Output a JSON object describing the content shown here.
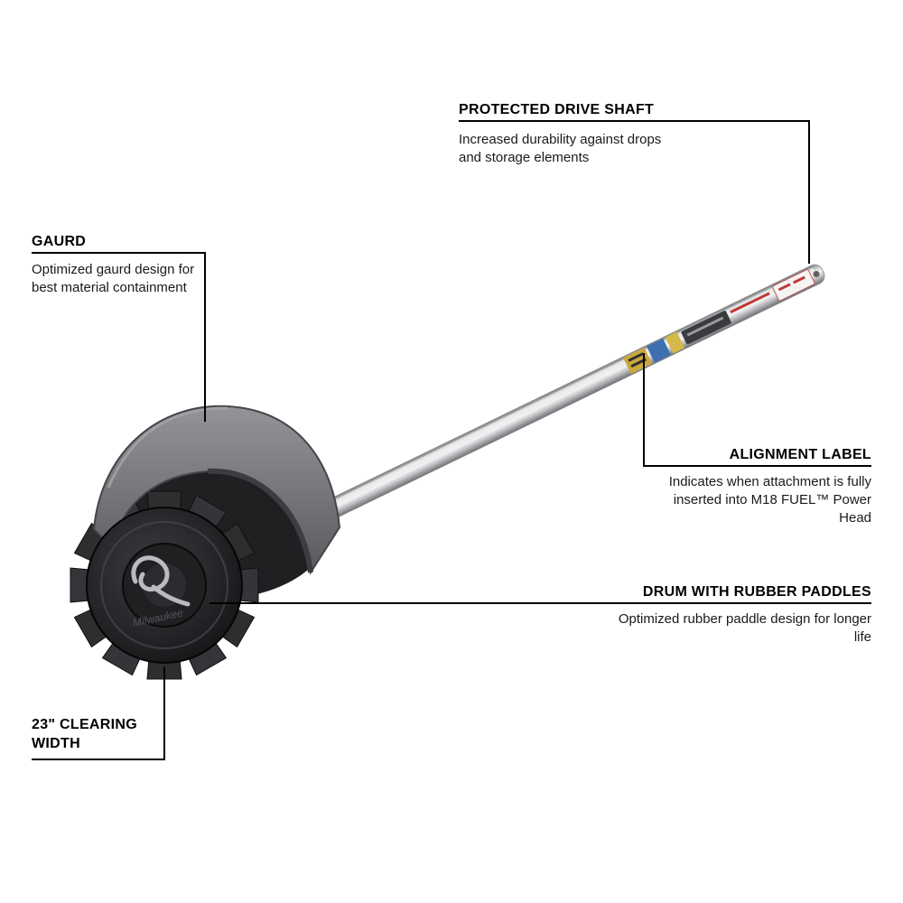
{
  "product": {
    "name": "broom attachment with drum, guard and drive shaft",
    "brand_embossed": "Milwaukee"
  },
  "callouts": {
    "drive_shaft": {
      "title": "PROTECTED DRIVE SHAFT",
      "description": "Increased durability against drops and storage elements"
    },
    "guard": {
      "title": "GAURD",
      "description": "Optimized gaurd design for best material containment"
    },
    "alignment_label": {
      "title": "ALIGNMENT LABEL",
      "description": "Indicates when attachment is fully inserted into M18 FUEL™ Power Head"
    },
    "drum": {
      "title": "DRUM WITH RUBBER PADDLES",
      "description": "Optimized rubber paddle design for longer life"
    },
    "clearing_width": {
      "title": "23\" CLEARING WIDTH"
    }
  },
  "colors": {
    "leader_line": "#000000",
    "body_text": "#1a1a1a",
    "guard_gray": "#77787c",
    "drum_black": "#1b1b1d",
    "shaft_silver": "#d9dadc",
    "label_red": "#c03a35",
    "decal_yellow": "#c9a83b",
    "decal_blue": "#3f6fae"
  }
}
